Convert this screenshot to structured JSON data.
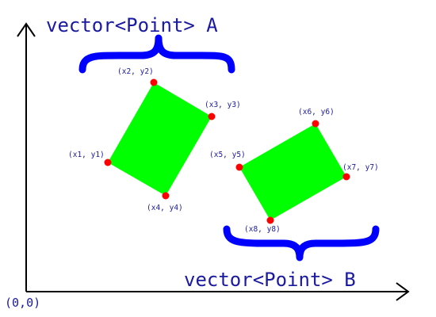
{
  "origin_label": "(0,0)",
  "groups": [
    {
      "title": "vector<Point> A",
      "points": [
        {
          "label": "(x1, y1)"
        },
        {
          "label": "(x2, y2)"
        },
        {
          "label": "(x3, y3)"
        },
        {
          "label": "(x4, y4)"
        }
      ]
    },
    {
      "title": "vector<Point> B",
      "points": [
        {
          "label": "(x5, y5)"
        },
        {
          "label": "(x6, y6)"
        },
        {
          "label": "(x7, y7)"
        },
        {
          "label": "(x8, y8)"
        }
      ]
    }
  ],
  "colors": {
    "axis": "#000000",
    "shape_fill": "#00ff00",
    "point": "#ff0000",
    "brace": "#0000ff",
    "text": "#1a1aa0"
  }
}
